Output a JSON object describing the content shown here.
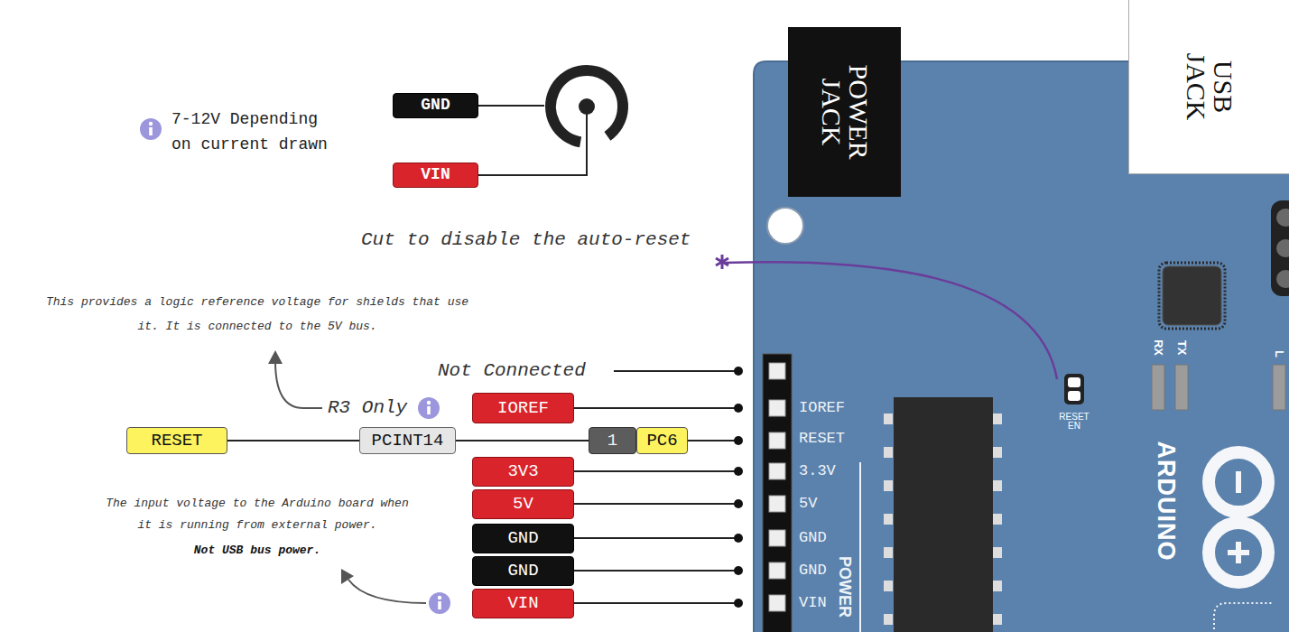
{
  "diagram": {
    "nodes": [
      {
        "text": [
          "GND"
        ]
      },
      {
        "text": [
          "VIN"
        ]
      },
      {
        "text": [
          "POWER JACK"
        ]
      },
      {
        "text": [
          "USB JACK"
        ]
      },
      {
        "text": [
          "IOREF"
        ]
      },
      {
        "text": [
          "RESET"
        ]
      },
      {
        "text": [
          "PCINT14"
        ]
      },
      {
        "text": [
          "1"
        ]
      },
      {
        "text": [
          "PC6"
        ]
      },
      {
        "text": [
          "3V3"
        ]
      },
      {
        "text": [
          "5V"
        ]
      },
      {
        "text": [
          "GND"
        ]
      },
      {
        "text": [
          "GND"
        ]
      },
      {
        "text": [
          "VIN"
        ]
      }
    ],
    "edges": [
      {
        "from": 5,
        "to": 6,
        "arrow": "none"
      },
      {
        "from": 6,
        "to": 7,
        "arrow": "none"
      }
    ],
    "labels": [
      "7-12V Depending on current drawn",
      "Cut to disable the auto-reset",
      "This provides a logic reference voltage for shields that use it. It is connected to the 5V bus.",
      "Not Connected",
      "R3 Only",
      "The input voltage to the Arduino board when it is running from external power.",
      "Not USB bus power.",
      "IOREF",
      "RESET",
      "3.3V",
      "5V",
      "GND",
      "GND",
      "VIN",
      "POWER",
      "RESET EN",
      "RX",
      "TX",
      "L",
      "ARDUINO"
    ]
  }
}
